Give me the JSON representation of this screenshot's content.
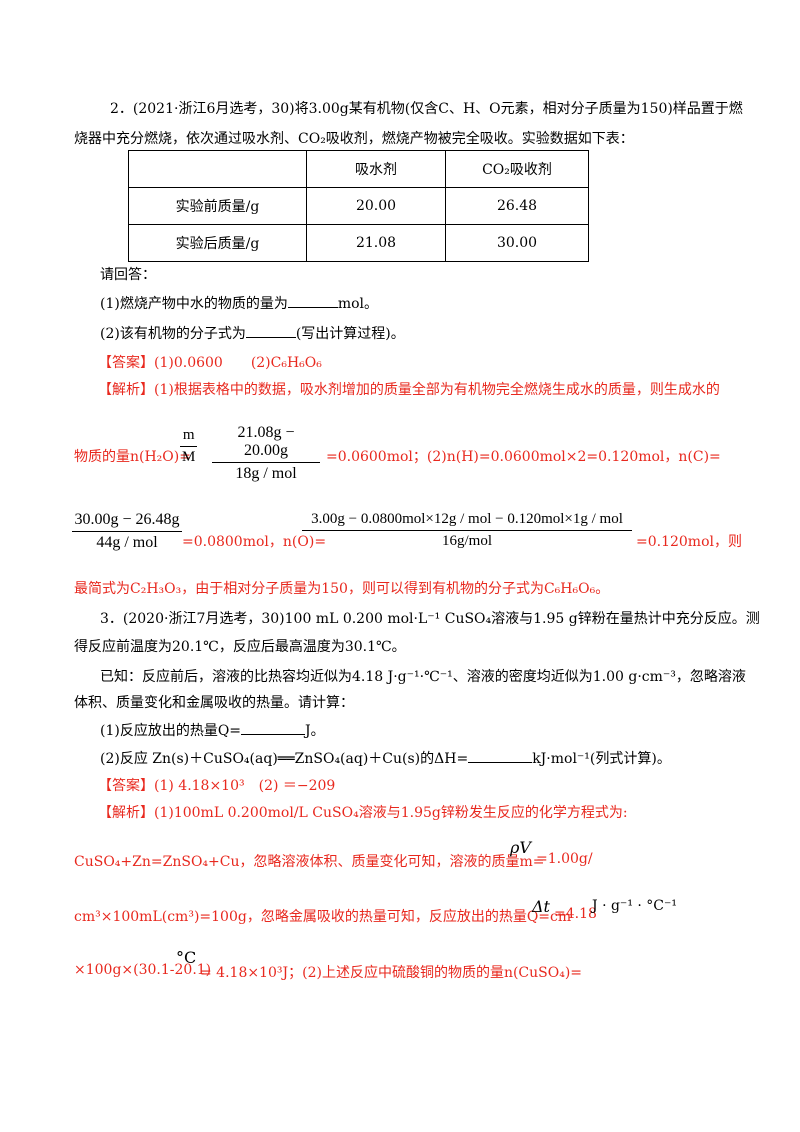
{
  "q2": {
    "line1": "2．(2021·浙江6月选考，30)将3.00g某有机物(仅含C、H、O元素，相对分子质量为150)样品置于燃",
    "line2": "烧器中充分燃烧，依次通过吸水剂、CO₂吸收剂，燃烧产物被完全吸收。实验数据如下表：",
    "table": {
      "headers": [
        "",
        "吸水剂",
        "CO₂吸收剂"
      ],
      "rows": [
        [
          "实验前质量/g",
          "20.00",
          "26.48"
        ],
        [
          "实验后质量/g",
          "21.08",
          "30.00"
        ]
      ]
    },
    "prompt": "请回答：",
    "sub1_pre": "(1)燃烧产物中水的物质的量为",
    "sub1_post": "mol。",
    "sub2_pre": "(2)该有机物的分子式为",
    "sub2_post": "(写出计算过程)。",
    "answer_tag": "【答案】",
    "answer_text": "(1)0.0600　　(2)C₆H₆O₆",
    "analysis_tag": "【解析】",
    "analysis_1": "(1)根据表格中的数据，吸水剂增加的质量全部为有机物完全燃烧生成水的质量，则生成水的",
    "analysis_2a": "物质的量n(H₂O)=",
    "frac_mM": {
      "num": "m",
      "den": "M"
    },
    "frac_water": {
      "num": "21.08g − 20.00g",
      "den": "18g / mol"
    },
    "analysis_2b": "=0.0600mol；(2)n(H)=0.0600mol×2=0.120mol，n(C)=",
    "frac_c": {
      "num": "30.00g − 26.48g",
      "den": "44g / mol"
    },
    "analysis_3a": "=0.0800mol，n(O)=",
    "frac_o": {
      "num": "3.00g − 0.0800mol×12g / mol − 0.120mol×1g / mol",
      "den": "16g/mol"
    },
    "analysis_3b": "=0.120mol，则",
    "analysis_4": "最简式为C₂H₃O₃，由于相对分子质量为150，则可以得到有机物的分子式为C₆H₆O₆。"
  },
  "q3": {
    "line1": "3．(2020·浙江7月选考，30)100 mL 0.200  mol·L⁻¹  CuSO₄溶液与1.95 g锌粉在量热计中充分反应。测",
    "line2": "得反应前温度为20.1℃，反应后最高温度为30.1℃。",
    "line3": "已知：反应前后，溶液的比热容均近似为4.18  J·g⁻¹·℃⁻¹、溶液的密度均近似为1.00  g·cm⁻³，忽略溶液",
    "line4": "体积、质量变化和金属吸收的热量。请计算：",
    "sub1_pre": "(1)反应放出的热量Q=",
    "sub1_post": "J。",
    "sub2_pre": "(2)反应 Zn(s)＋CuSO₄(aq)══ZnSO₄(aq)＋Cu(s)的ΔH=",
    "sub2_post": "kJ·mol⁻¹(列式计算)。",
    "answer_tag": "【答案】",
    "answer_text": "(1) 4.18×10³　(2)  ＝−209",
    "analysis_tag": "【解析】",
    "analysis_1": "(1)100mL 0.200mol/L CuSO₄溶液与1.95g锌粉发生反应的化学方程式为:",
    "analysis_2a": "CuSO₄+Zn=ZnSO₄+Cu，忽略溶液体积、质量变化可知，溶液的质量m=",
    "rho_v": "ρV",
    "analysis_2b": "=1.00g/",
    "analysis_3a": "cm³×100mL(cm³)=100g，忽略金属吸收的热量可知，反应放出的热量Q=cm",
    "delta_t": "Δt",
    "analysis_3b": "=4.18",
    "unit_j": "J · g⁻¹ · °C⁻¹",
    "analysis_4a": "×100g×(30.1-20.1)",
    "deg_c": "°C",
    "analysis_4b": "= 4.18×10³J；(2)上述反应中硫酸铜的物质的量n(CuSO₄)="
  }
}
